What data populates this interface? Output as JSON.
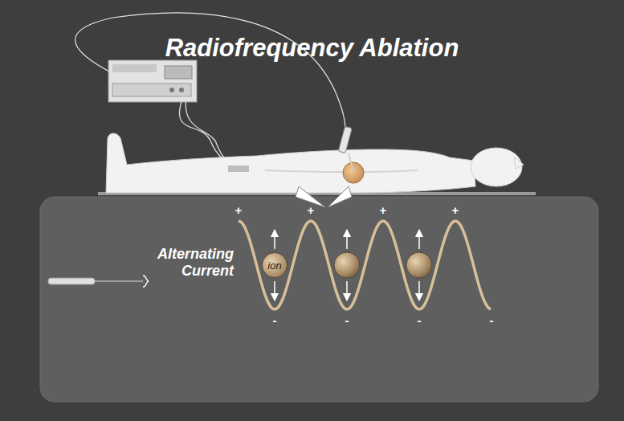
{
  "diagram": {
    "title": "Radiofrequency Ablation",
    "nodes": [
      {
        "text": [
          "ion"
        ]
      }
    ],
    "labels": [
      "Alternating Current",
      "+",
      "+",
      "+",
      "+",
      "-",
      "-",
      "-",
      "-"
    ]
  }
}
